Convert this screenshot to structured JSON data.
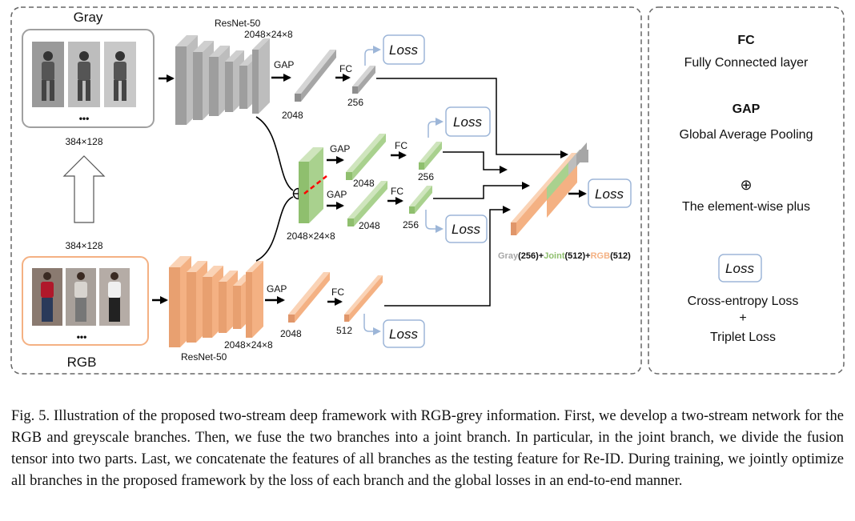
{
  "streams": {
    "gray_label": "Gray",
    "rgb_label": "RGB",
    "input_size_top": "384×128",
    "input_size_bottom": "384×128",
    "ellipsis": "•••"
  },
  "gray_branch": {
    "backbone_label": "ResNet-50",
    "feature_size": "2048×24×8",
    "gap": "GAP",
    "gap_dim": "2048",
    "fc": "FC",
    "fc_dim": "256",
    "loss": "Loss"
  },
  "joint_branch": {
    "feature_size": "2048×24×8",
    "gap_top": "GAP",
    "gap_top_dim": "2048",
    "fc_top": "FC",
    "fc_top_dim": "256",
    "loss_top": "Loss",
    "gap_bottom": "GAP",
    "gap_bottom_dim": "2048",
    "fc_bottom": "FC",
    "fc_bottom_dim": "256",
    "loss_bottom": "Loss"
  },
  "rgb_branch": {
    "backbone_label": "ResNet-50",
    "feature_size": "2048×24×8",
    "gap": "GAP",
    "gap_dim": "2048",
    "fc": "FC",
    "fc_dim": "512",
    "loss": "Loss"
  },
  "concat": {
    "gray": "Gray",
    "gray_dim": "(256)",
    "plus1": "+",
    "joint": "Joint",
    "joint_dim": "(512)",
    "plus2": "+",
    "rgb": "RGB",
    "rgb_dim": "(512)",
    "loss": "Loss"
  },
  "legend": {
    "fc_title": "FC",
    "fc_desc": "Fully Connected layer",
    "gap_title": "GAP",
    "gap_desc": "Global Average Pooling",
    "plus_symbol": "⊕",
    "plus_desc": "The element-wise plus",
    "loss_box": "Loss",
    "loss_desc_1": "Cross-entropy Loss",
    "loss_desc_plus": "+",
    "loss_desc_2": "Triplet Loss"
  },
  "colors": {
    "gray": "#a6a6a6",
    "joint_green": "#a9d18e",
    "rgb_orange": "#f4b183",
    "loss_border": "#9db6d8",
    "fusion_dash": "#ff0000"
  },
  "caption": "Fig. 5.  Illustration of the proposed two-stream deep framework with RGB-grey information. First, we develop a two-stream network for the RGB and greyscale branches. Then, we fuse the two branches into a joint branch. In particular, in the joint branch, we divide the fusion tensor into two parts. Last, we concatenate the features of all branches as the testing feature for Re-ID. During training, we jointly optimize all branches in the proposed framework by the loss of each branch and the global losses in an end-to-end manner."
}
